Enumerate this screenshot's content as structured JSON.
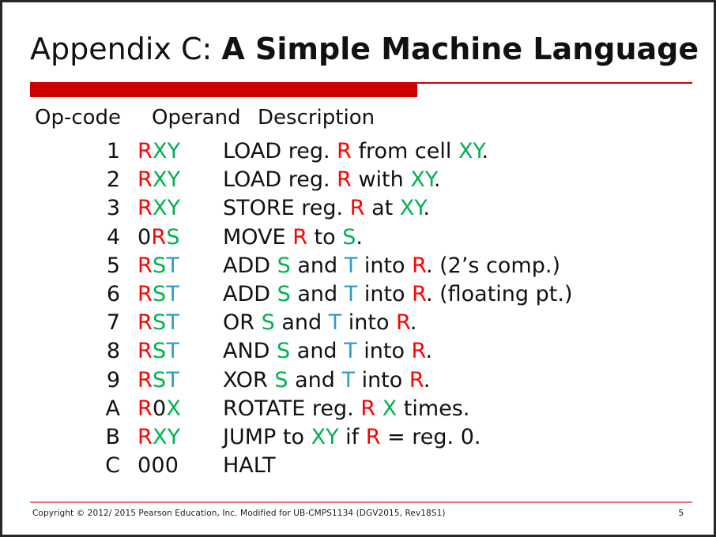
{
  "slide": {
    "title_prefix": "Appendix C: ",
    "title_main": "A Simple Machine Language",
    "accent_color": "#CC0000",
    "footer_rule_color": "#E8736B"
  },
  "colors": {
    "black": "#111111",
    "red": "#FE0000",
    "green": "#00B14F",
    "blue": "#2E9BD6"
  },
  "table": {
    "headers": {
      "opcode": "Op-code",
      "operand": "Operand",
      "description": "Description"
    },
    "rows": [
      {
        "opcode": "1",
        "operand": [
          {
            "t": "R",
            "c": "red"
          },
          {
            "t": "XY",
            "c": "green"
          }
        ],
        "description": [
          {
            "t": "LOAD reg. ",
            "c": "black"
          },
          {
            "t": "R",
            "c": "red"
          },
          {
            "t": " from cell ",
            "c": "black"
          },
          {
            "t": "XY",
            "c": "green"
          },
          {
            "t": ".",
            "c": "black"
          }
        ]
      },
      {
        "opcode": "2",
        "operand": [
          {
            "t": "R",
            "c": "red"
          },
          {
            "t": "XY",
            "c": "green"
          }
        ],
        "description": [
          {
            "t": "LOAD reg. ",
            "c": "black"
          },
          {
            "t": "R",
            "c": "red"
          },
          {
            "t": " with ",
            "c": "black"
          },
          {
            "t": "XY",
            "c": "green"
          },
          {
            "t": ".",
            "c": "black"
          }
        ]
      },
      {
        "opcode": "3",
        "operand": [
          {
            "t": "R",
            "c": "red"
          },
          {
            "t": "XY",
            "c": "green"
          }
        ],
        "description": [
          {
            "t": "STORE reg. ",
            "c": "black"
          },
          {
            "t": "R",
            "c": "red"
          },
          {
            "t": " at ",
            "c": "black"
          },
          {
            "t": "XY",
            "c": "green"
          },
          {
            "t": ".",
            "c": "black"
          }
        ]
      },
      {
        "opcode": "4",
        "operand": [
          {
            "t": "0",
            "c": "black"
          },
          {
            "t": "R",
            "c": "red"
          },
          {
            "t": "S",
            "c": "green"
          }
        ],
        "description": [
          {
            "t": "MOVE ",
            "c": "black"
          },
          {
            "t": "R",
            "c": "red"
          },
          {
            "t": " to ",
            "c": "black"
          },
          {
            "t": "S",
            "c": "green"
          },
          {
            "t": ".",
            "c": "black"
          }
        ]
      },
      {
        "opcode": "5",
        "operand": [
          {
            "t": "R",
            "c": "red"
          },
          {
            "t": "S",
            "c": "green"
          },
          {
            "t": "T",
            "c": "blue"
          }
        ],
        "description": [
          {
            "t": "ADD ",
            "c": "black"
          },
          {
            "t": "S",
            "c": "green"
          },
          {
            "t": " and ",
            "c": "black"
          },
          {
            "t": "T",
            "c": "blue"
          },
          {
            "t": " into ",
            "c": "black"
          },
          {
            "t": "R",
            "c": "red"
          },
          {
            "t": ". (2’s comp.)",
            "c": "black"
          }
        ]
      },
      {
        "opcode": "6",
        "operand": [
          {
            "t": "R",
            "c": "red"
          },
          {
            "t": "S",
            "c": "green"
          },
          {
            "t": "T",
            "c": "blue"
          }
        ],
        "description": [
          {
            "t": "ADD ",
            "c": "black"
          },
          {
            "t": "S",
            "c": "green"
          },
          {
            "t": " and ",
            "c": "black"
          },
          {
            "t": "T",
            "c": "blue"
          },
          {
            "t": " into ",
            "c": "black"
          },
          {
            "t": "R",
            "c": "red"
          },
          {
            "t": ". (floating pt.)",
            "c": "black"
          }
        ]
      },
      {
        "opcode": "7",
        "operand": [
          {
            "t": "R",
            "c": "red"
          },
          {
            "t": "S",
            "c": "green"
          },
          {
            "t": "T",
            "c": "blue"
          }
        ],
        "description": [
          {
            "t": "OR ",
            "c": "black"
          },
          {
            "t": "S",
            "c": "green"
          },
          {
            "t": " and ",
            "c": "black"
          },
          {
            "t": "T",
            "c": "blue"
          },
          {
            "t": " into ",
            "c": "black"
          },
          {
            "t": "R",
            "c": "red"
          },
          {
            "t": ".",
            "c": "black"
          }
        ]
      },
      {
        "opcode": "8",
        "operand": [
          {
            "t": "R",
            "c": "red"
          },
          {
            "t": "S",
            "c": "green"
          },
          {
            "t": "T",
            "c": "blue"
          }
        ],
        "description": [
          {
            "t": "AND ",
            "c": "black"
          },
          {
            "t": "S",
            "c": "green"
          },
          {
            "t": " and ",
            "c": "black"
          },
          {
            "t": "T",
            "c": "blue"
          },
          {
            "t": " into ",
            "c": "black"
          },
          {
            "t": "R",
            "c": "red"
          },
          {
            "t": ".",
            "c": "black"
          }
        ]
      },
      {
        "opcode": "9",
        "operand": [
          {
            "t": "R",
            "c": "red"
          },
          {
            "t": "S",
            "c": "green"
          },
          {
            "t": "T",
            "c": "blue"
          }
        ],
        "description": [
          {
            "t": "XOR ",
            "c": "black"
          },
          {
            "t": "S",
            "c": "green"
          },
          {
            "t": " and ",
            "c": "black"
          },
          {
            "t": "T",
            "c": "blue"
          },
          {
            "t": " into ",
            "c": "black"
          },
          {
            "t": "R",
            "c": "red"
          },
          {
            "t": ".",
            "c": "black"
          }
        ]
      },
      {
        "opcode": "A",
        "operand": [
          {
            "t": "R",
            "c": "red"
          },
          {
            "t": "0",
            "c": "black"
          },
          {
            "t": "X",
            "c": "green"
          }
        ],
        "description": [
          {
            "t": "ROTATE reg. ",
            "c": "black"
          },
          {
            "t": "R",
            "c": "red"
          },
          {
            "t": " ",
            "c": "black"
          },
          {
            "t": "X",
            "c": "green"
          },
          {
            "t": " times.",
            "c": "black"
          }
        ]
      },
      {
        "opcode": "B",
        "operand": [
          {
            "t": "R",
            "c": "red"
          },
          {
            "t": "XY",
            "c": "green"
          }
        ],
        "description": [
          {
            "t": "JUMP to ",
            "c": "black"
          },
          {
            "t": "XY",
            "c": "green"
          },
          {
            "t": " if ",
            "c": "black"
          },
          {
            "t": "R",
            "c": "red"
          },
          {
            "t": " = reg. 0.",
            "c": "black"
          }
        ]
      },
      {
        "opcode": "C",
        "operand": [
          {
            "t": "000",
            "c": "black"
          }
        ],
        "description": [
          {
            "t": "HALT",
            "c": "black"
          }
        ]
      }
    ]
  },
  "footer": {
    "copyright": "Copyright © 2012/ 2015 Pearson Education, Inc. Modified for UB-CMPS1134 (DGV2015, Rev18S1)",
    "page_number": "5"
  }
}
